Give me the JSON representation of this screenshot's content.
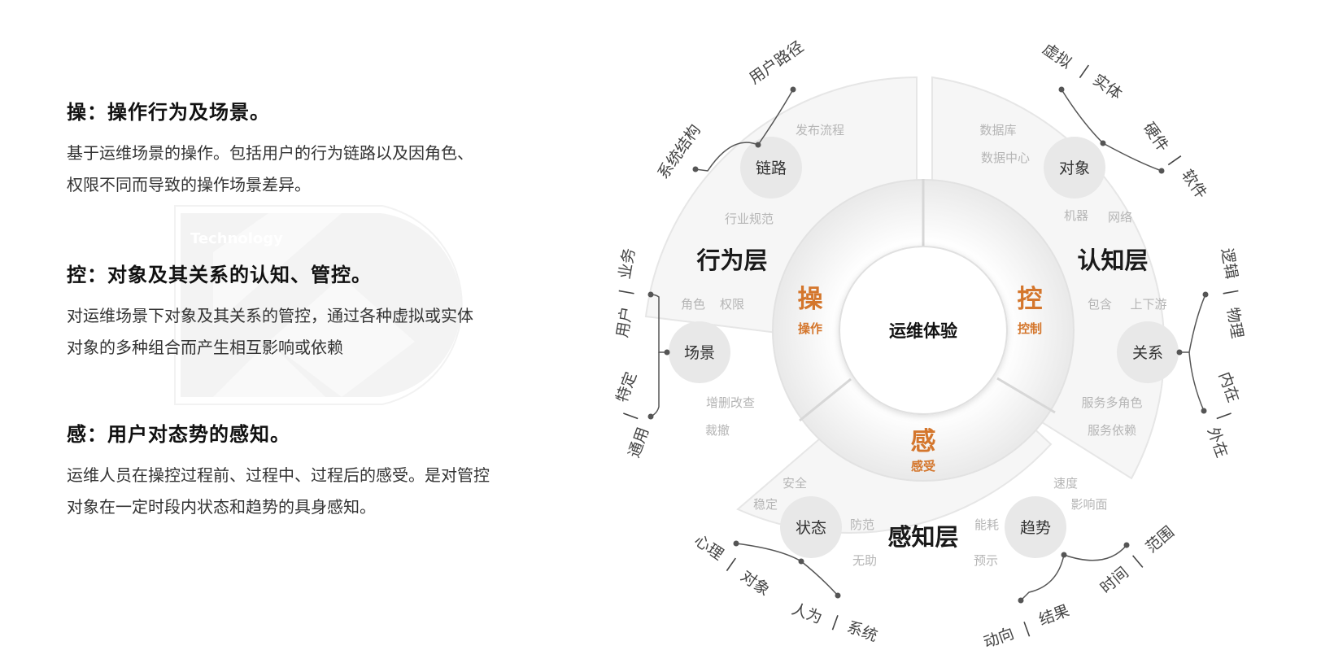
{
  "watermark": {
    "brand_line": "Technology"
  },
  "sections": [
    {
      "title": "操：操作行为及场景。",
      "body": "基于运维场景的操作。包括用户的行为链路以及因角色、\n权限不同而导致的操作场景差异。"
    },
    {
      "title": "控：对象及其关系的认知、管控。",
      "body": "对运维场景下对象及其关系的管控，通过各种虚拟或实体\n对象的多种组合而产生相互影响或依赖"
    },
    {
      "title": "感：用户对态势的感知。",
      "body": "运维人员在操控过程前、过程中、过程后的感受。是对管控\n对象在一定时段内状态和趋势的具身感知。"
    }
  ],
  "diagram": {
    "center": "运维体验",
    "accent_color": "#d4762c",
    "inner": [
      {
        "big": "操",
        "small": "操作"
      },
      {
        "big": "控",
        "small": "控制"
      },
      {
        "big": "感",
        "small": "感受"
      }
    ],
    "layers": {
      "behavior": "行为层",
      "cognition": "认知层",
      "perception": "感知层"
    },
    "nodes": {
      "link": "链路",
      "scene": "场景",
      "object": "对象",
      "relation": "关系",
      "status": "状态",
      "trend": "趋势"
    },
    "keywords": {
      "publish_flow": "发布流程",
      "industry_norm": "行业规范",
      "role": "角色",
      "permission": "权限",
      "crud": "增删改查",
      "cut_revoke": "裁撤",
      "database": "数据库",
      "datacenter": "数据中心",
      "machine": "机器",
      "network": "网络",
      "contain": "包含",
      "upstream": "上下游",
      "multi_role": "服务多角色",
      "dependency": "服务依赖",
      "safe": "安全",
      "stable": "稳定",
      "guard": "防范",
      "helpless": "无助",
      "speed": "速度",
      "impact": "影响面",
      "energy": "能耗",
      "forecast": "预示"
    },
    "outer": {
      "user_path": "用户路径",
      "sys_struct": "系统结构",
      "biz": "业务",
      "user": "用户",
      "specific": "特定",
      "general": "通用",
      "virtual": "虚拟",
      "entity": "实体",
      "hardware": "硬件",
      "software": "软件",
      "logic": "逻辑",
      "physical": "物理",
      "internal": "内在",
      "external": "外在",
      "psych": "心理",
      "obj": "对象",
      "human": "人为",
      "system": "系统",
      "dynamic": "动向",
      "result": "结果",
      "time": "时间",
      "range": "范围"
    }
  }
}
